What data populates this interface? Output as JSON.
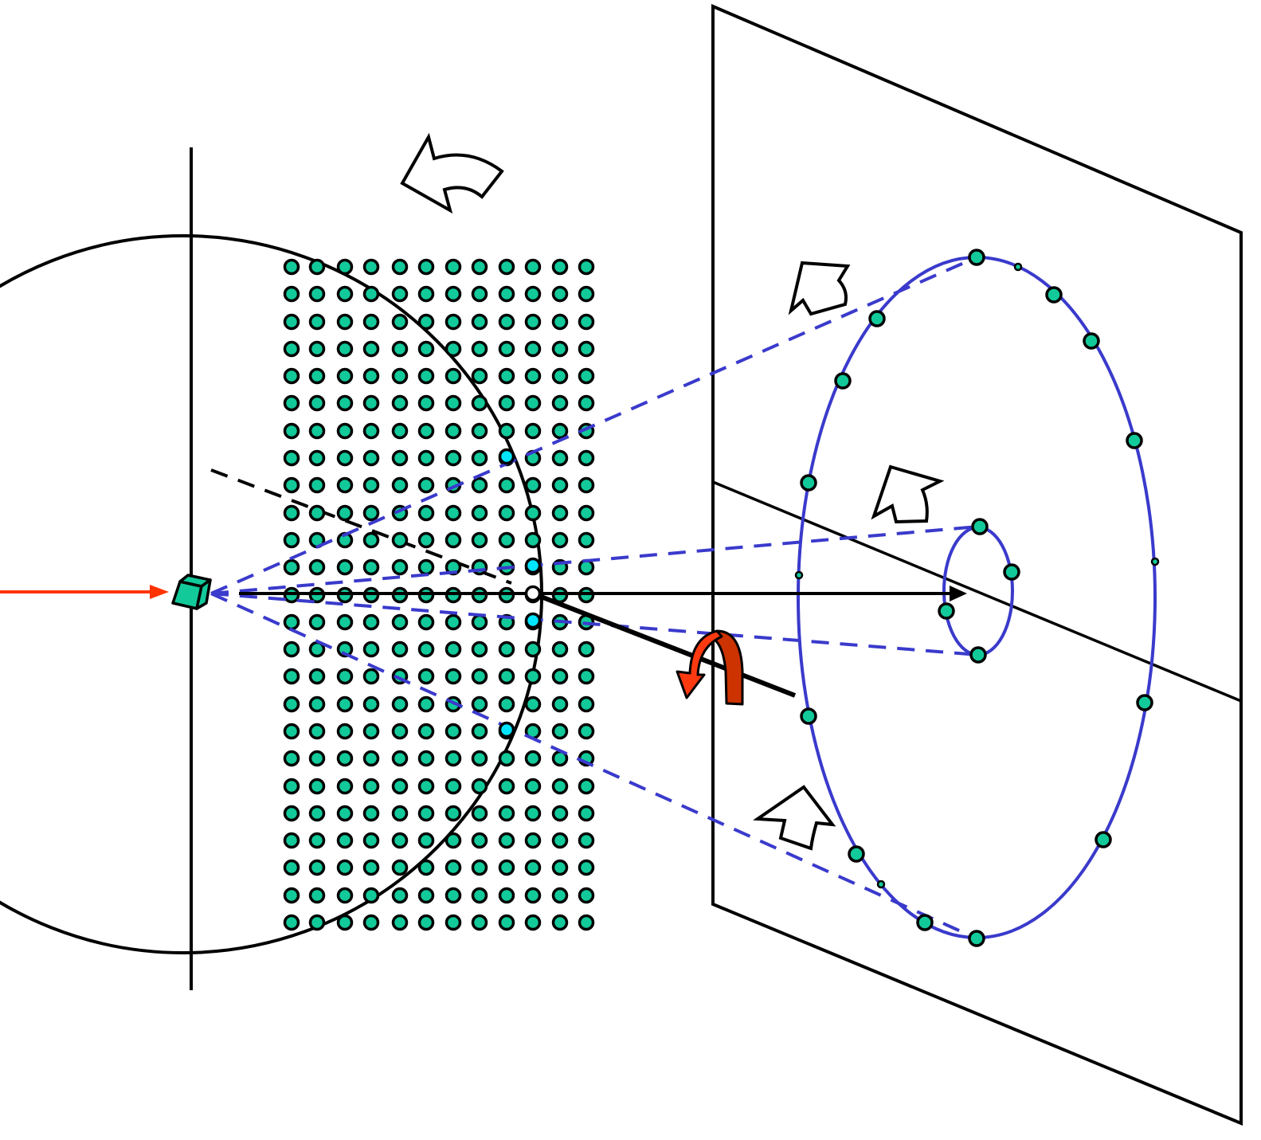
{
  "diagram": {
    "colors": {
      "dot_fill": "#12c99a",
      "highlight_dot": "#00e5ff",
      "beam": "#ff3300",
      "ellipse": "#3a3acc",
      "rotation_arrow_front": "#ff3a10",
      "rotation_arrow_back": "#cc3300",
      "crystal": "#12c99a"
    },
    "grid": {
      "columns": 12,
      "rows": 25
    },
    "icons": [
      "crystal-cube-icon",
      "rotation-arrow-icon",
      "hollow-arrow-icon",
      "incident-beam-arrow"
    ]
  }
}
